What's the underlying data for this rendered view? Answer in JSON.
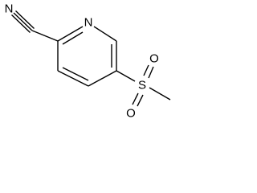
{
  "structure": {
    "atoms": {
      "nitrile_n": "N",
      "ring_n": "N",
      "sulfur": "S",
      "oxygen_top": "O",
      "oxygen_bottom": "O"
    }
  },
  "colors": {
    "background": "#ffffff",
    "bond": "#000000",
    "label": "#000000"
  }
}
